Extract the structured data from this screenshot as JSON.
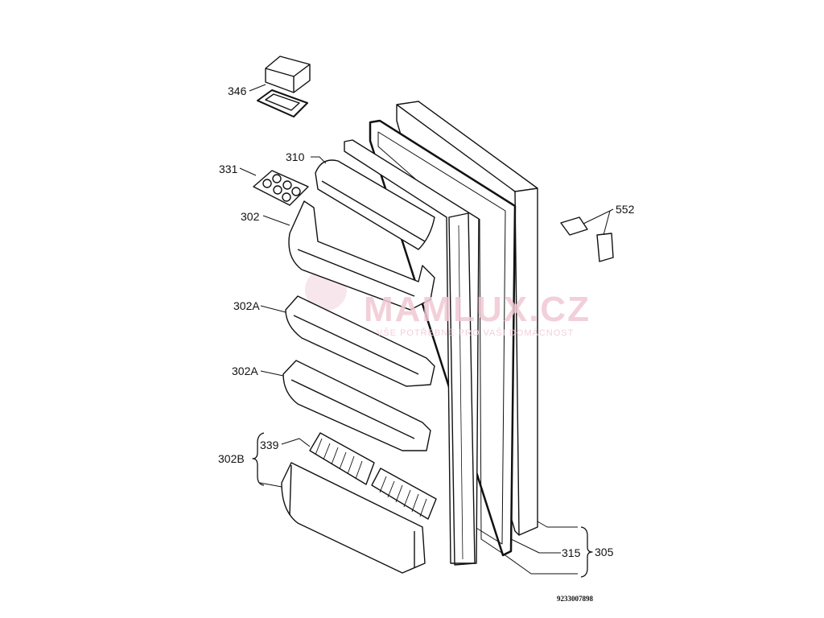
{
  "labels": {
    "p346": "346",
    "p331": "331",
    "p310": "310",
    "p302": "302",
    "p302a_1": "302A",
    "p302a_2": "302A",
    "p339": "339",
    "p302b": "302B",
    "p552": "552",
    "p315": "315",
    "p305": "305"
  },
  "watermark": {
    "title": "MAMLUX.CZ",
    "slogan": "VŠE POTŘEBNÉ PRO VAŠI DOMÁCNOST"
  },
  "drawing_code": "9233007898"
}
